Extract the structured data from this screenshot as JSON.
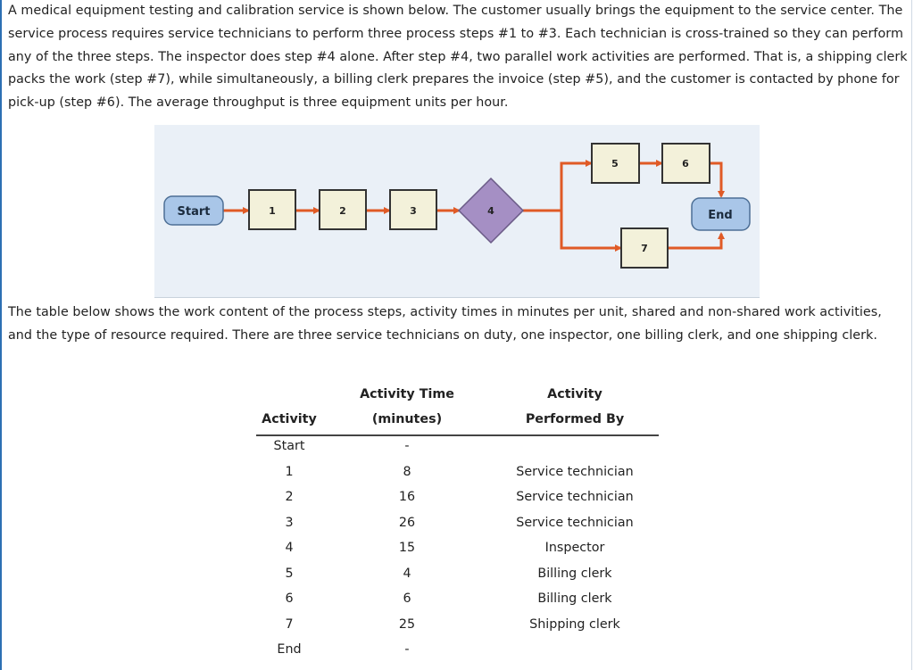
{
  "intro_text": "A medical equipment testing and calibration service is shown below. The customer usually brings the equipment to the service center. The service process requires service technicians to perform three process steps #1 to #3. Each technician is cross-trained so they can perform any of the three steps. The inspector does step #4 alone. After step #4, two parallel work activities are performed. That is, a shipping clerk packs the work (step #7), while simultaneously, a billing clerk prepares the invoice (step #5), and the customer is contacted by phone for pick-up (step #6). The average throughput is three equipment units per hour.",
  "diagram": {
    "start_label": "Start",
    "end_label": "End",
    "step_labels": [
      "1",
      "2",
      "3",
      "4",
      "5",
      "6",
      "7"
    ],
    "colors": {
      "arrow": "#e05a26",
      "box_fill": "#f3f1da",
      "terminal_fill": "#a9c6e8",
      "diamond_fill": "#a58fc4"
    }
  },
  "table_intro_text": "The table below shows the work content of the process steps, activity times in minutes per unit, shared and non-shared work activities, and the type of resource required. There are three service technicians on duty, one inspector, one billing clerk, and one shipping clerk.",
  "table": {
    "headers": {
      "activity": "Activity",
      "time_line1": "Activity Time",
      "time_line2": "(minutes)",
      "performer_line1": "Activity",
      "performer_line2": "Performed By"
    },
    "rows": [
      {
        "activity": "Start",
        "time": "-",
        "performer": ""
      },
      {
        "activity": "1",
        "time": "8",
        "performer": "Service technician"
      },
      {
        "activity": "2",
        "time": "16",
        "performer": "Service technician"
      },
      {
        "activity": "3",
        "time": "26",
        "performer": "Service technician"
      },
      {
        "activity": "4",
        "time": "15",
        "performer": "Inspector"
      },
      {
        "activity": "5",
        "time": "4",
        "performer": "Billing clerk"
      },
      {
        "activity": "6",
        "time": "6",
        "performer": "Billing clerk"
      },
      {
        "activity": "7",
        "time": "25",
        "performer": "Shipping clerk"
      },
      {
        "activity": "End",
        "time": "-",
        "performer": ""
      }
    ]
  }
}
